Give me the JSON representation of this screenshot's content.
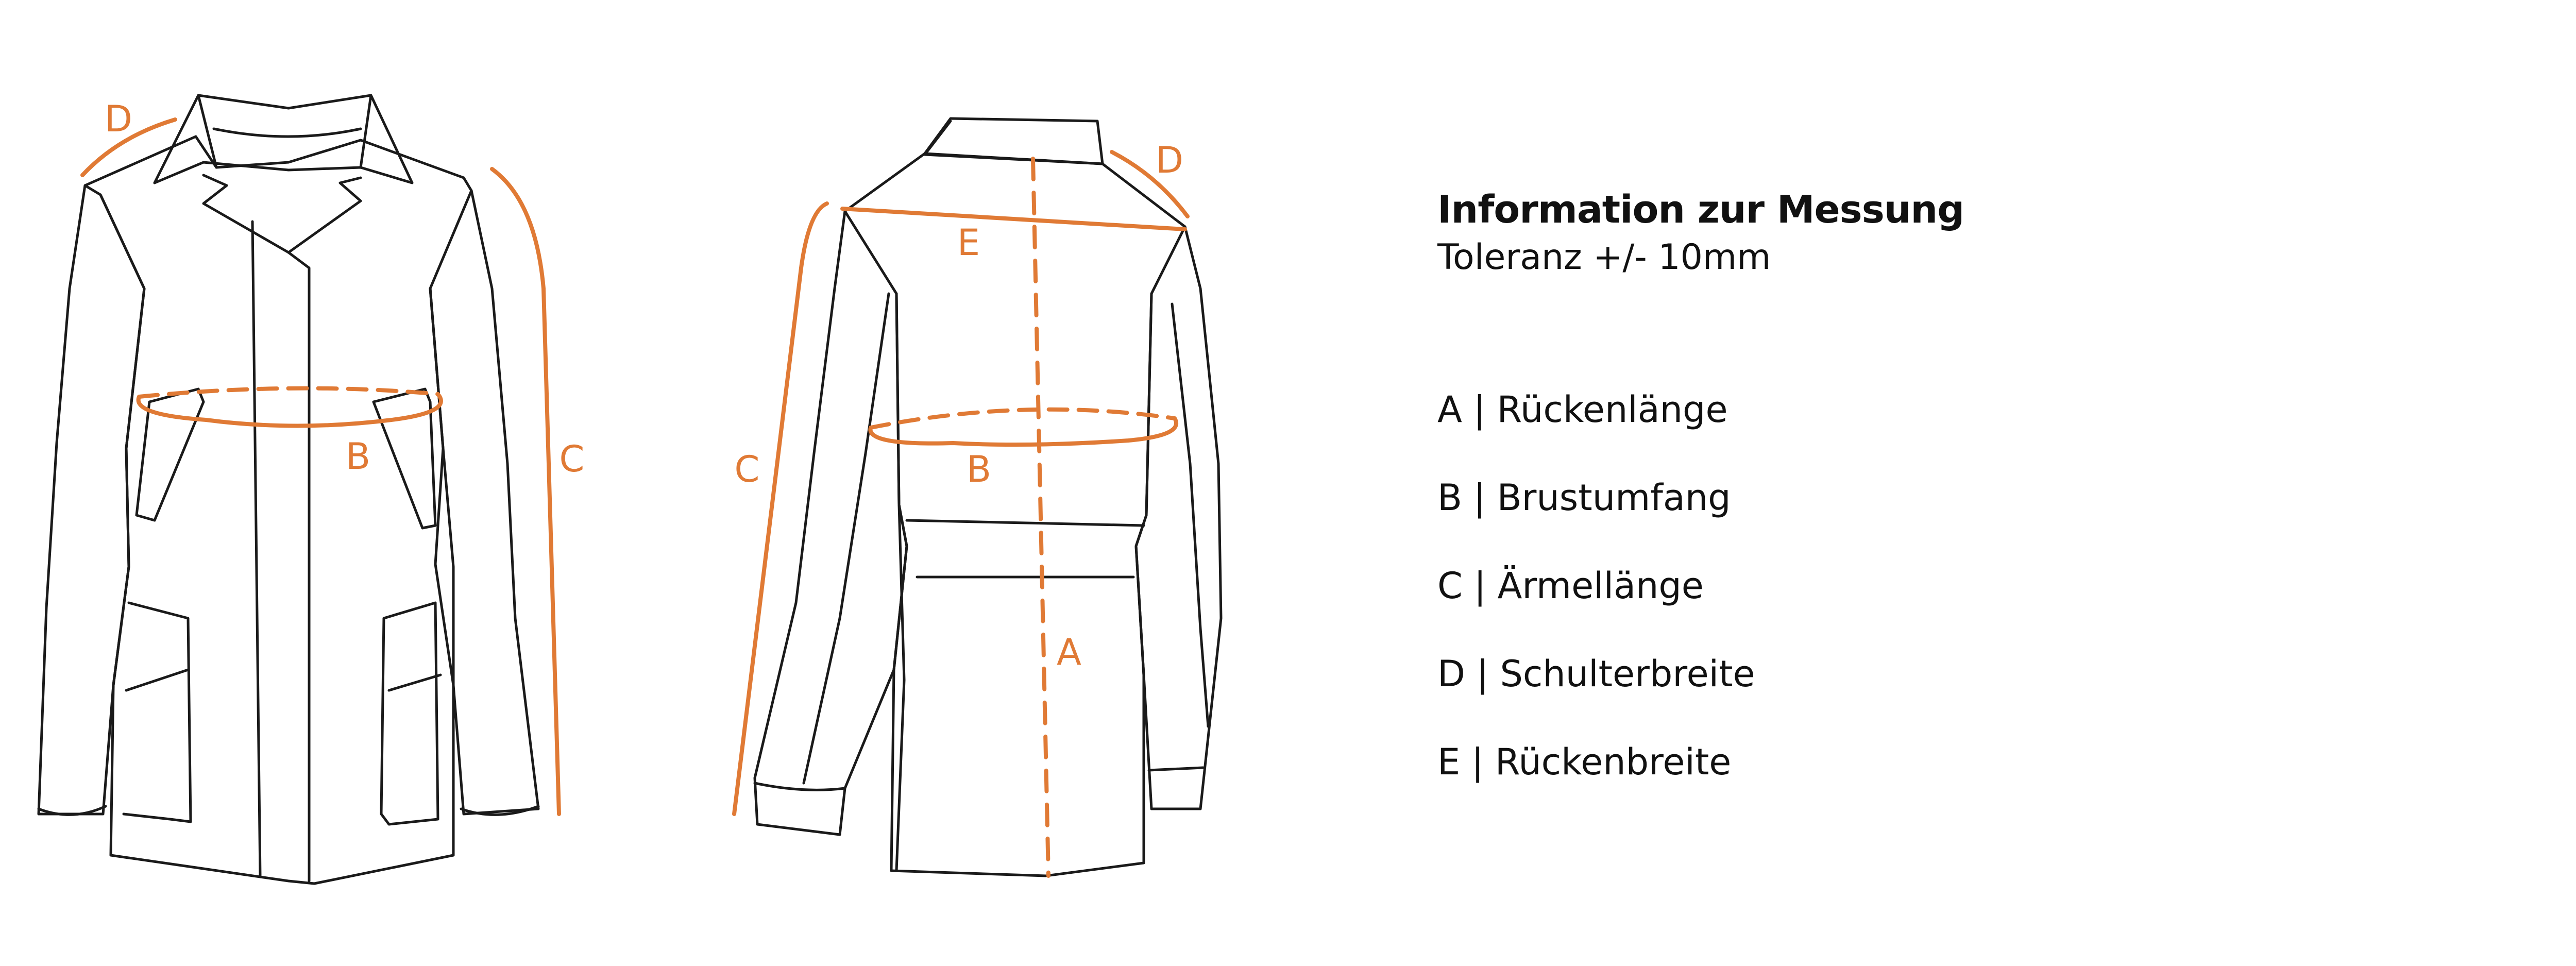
{
  "info": {
    "title": "Information zur Messung",
    "tolerance": "Toleranz +/- 10mm"
  },
  "legend": [
    {
      "key": "A",
      "label": "Rückenlänge"
    },
    {
      "key": "B",
      "label": "Brustumfang"
    },
    {
      "key": "C",
      "label": "Ärmellänge"
    },
    {
      "key": "D",
      "label": "Schulterbreite"
    },
    {
      "key": "E",
      "label": "Rückenbreite"
    }
  ],
  "separator": "|",
  "diagram_labels": {
    "front": {
      "D": "D",
      "B": "B",
      "C": "C"
    },
    "back": {
      "D": "D",
      "E": "E",
      "B": "B",
      "C": "C",
      "A": "A"
    }
  },
  "colors": {
    "measure": "#e07a35",
    "outline": "#1a1a1a",
    "text": "#111111"
  }
}
